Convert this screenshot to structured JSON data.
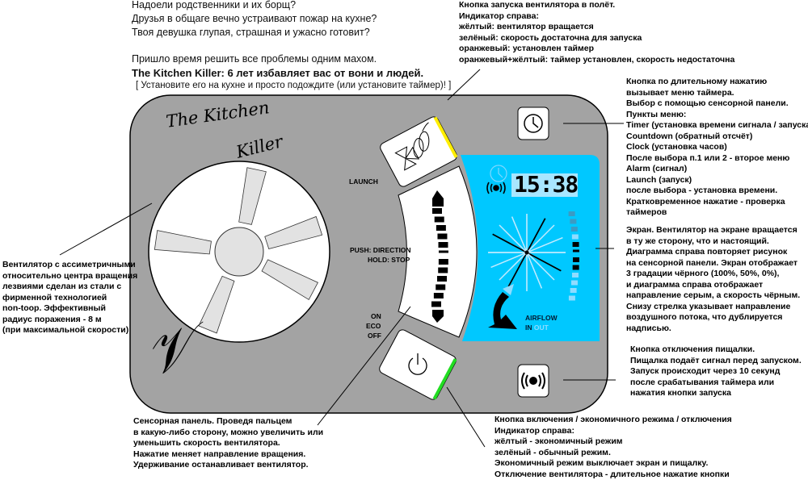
{
  "intro": {
    "lines": [
      "Надоели родственники и их борщ?",
      "Друзья в общаге вечно устраивают пожар на кухне?",
      "Твоя девушка глупая, страшная и ужасно готовит?"
    ],
    "call": "Пришло время решить все проблемы одним махом.",
    "headline": "The Kitchen Killer: 6 лет избавляет вас от вони и людей.",
    "tagline": "[ Установите его на кухне и просто подождите (или установите таймер)! ]"
  },
  "device": {
    "logo": [
      "The",
      "Kitchen",
      "Killer"
    ],
    "labels": {
      "launch": "LAUNCH",
      "push": "PUSH: DIRECTION",
      "hold": "HOLD: STOP",
      "on": "ON",
      "eco": "ECO",
      "off": "OFF"
    },
    "screen": {
      "time": "15:38",
      "airflow": "AIRFLOW",
      "in": "IN",
      "out": "OUT",
      "speed_level": 0.5
    },
    "colors": {
      "body": "#a3a3a3",
      "screen": "#00c8ff",
      "launch_indicator": "#ffee00",
      "power_indicator": "#22dd22"
    }
  },
  "notes": {
    "launch": [
      "Кнопка запуска вентилятора в полёт.",
      "Индикатор справа:",
      "жёлтый: вентилятор вращается",
      "зелёный: скорость достаточна для запуска",
      "оранжевый: установлен таймер",
      "оранжевый+жёлтый: таймер установлен, скорость недостаточна"
    ],
    "timer": [
      "Кнопка по длительному нажатию",
      "вызывает меню таймера.",
      "Выбор с помощью сенсорной панели.",
      "Пункты меню:",
      "Timer (установка времени сигнала / запуска)",
      "Countdown (обратный отсчёт)",
      "Clock (установка часов)",
      "После выбора п.1 или 2 - второе меню",
      "Alarm (сигнал)",
      "Launch (запуск)",
      "после выбора - установка времени.",
      "Кратковременное нажатие - проверка",
      "таймеров"
    ],
    "screen": [
      "Экран. Вентилятор на экране вращается",
      "в ту же сторону, что и настоящий.",
      "Диаграмма справа повторяет рисунок",
      "на сенсорной панели. Экран отображает",
      "3 градации чёрного (100%, 50%, 0%),",
      "и диаграмма справа отображает",
      "направление серым, а скорость чёрным.",
      "Снизу стрелка указывает направление",
      "воздушного потока, что дублируется",
      "надписью."
    ],
    "beeper": [
      "Кнопка отключения пищалки.",
      "Пищалка подаёт сигнал перед запуском.",
      "Запуск происходит через 10 секунд",
      "после срабатывания таймера или",
      "нажатия кнопки запуска"
    ],
    "fan": [
      "Вентилятор с ассиметричными",
      "относительно центра вращения",
      "лезвиями сделан из стали с",
      "фирменной технологией",
      "non-toop. Эффективный",
      "радиус поражения - 8 м",
      "(при максимальной скорости)"
    ],
    "touch": [
      "Сенсорная панель. Проведя пальцем",
      "в какую-либо сторону, можно увеличить или",
      "уменьшить скорость вентилятора.",
      "Нажатие меняет направление вращения.",
      "Удерживание останавливает вентилятор."
    ],
    "power": [
      "Кнопка включения / экономичного режима / отключения",
      "Индикатор справа:",
      "жёлтый - экономичный режим",
      "зелёный - обычный режим.",
      "Экономичный режим выключает экран и пищалку.",
      "Отключение вентилятора - длительное нажатие кнопки"
    ]
  }
}
